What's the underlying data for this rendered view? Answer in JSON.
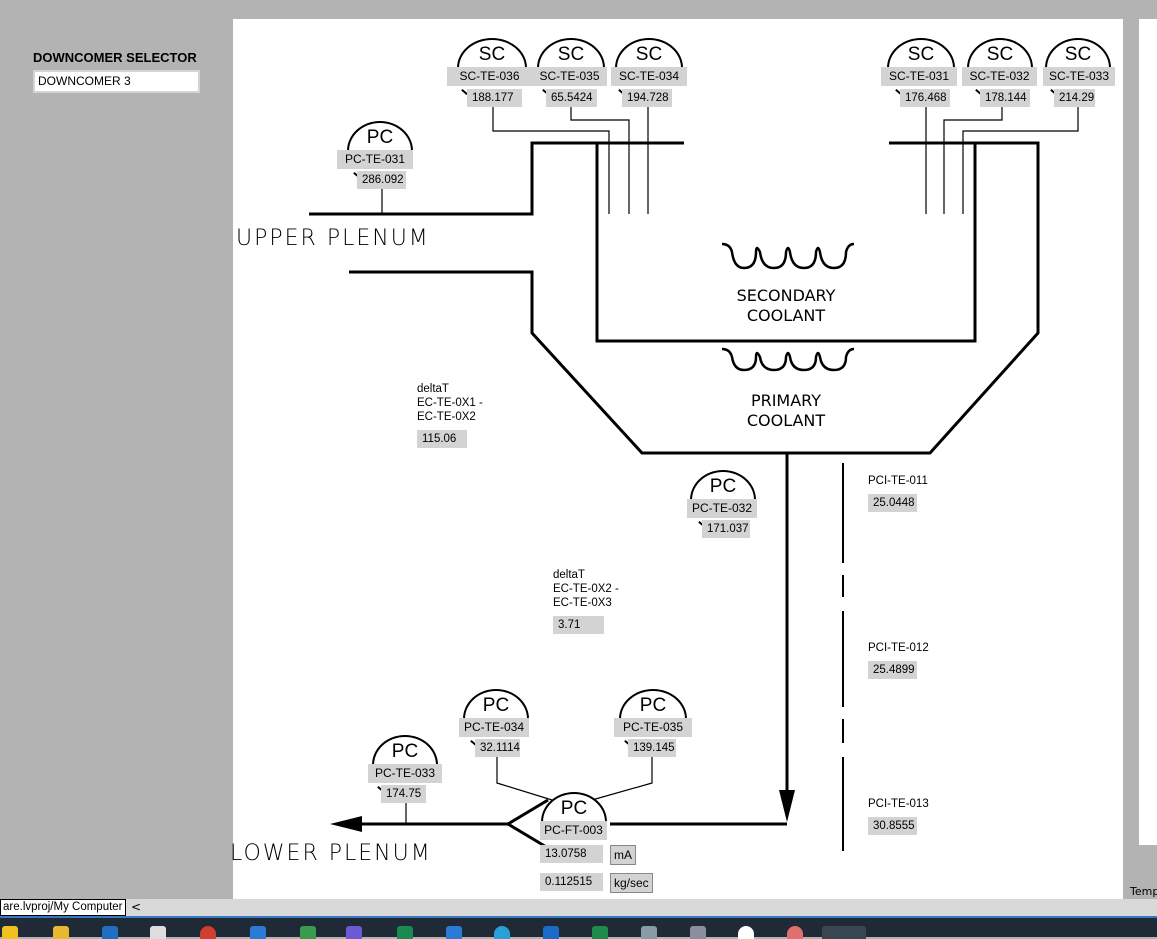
{
  "selector": {
    "label": "DOWNCOMER SELECTOR",
    "value": "DOWNCOMER 3"
  },
  "sensors": {
    "sc_te_036": {
      "group": "SC",
      "tag": "SC-TE-036",
      "value": "188.177"
    },
    "sc_te_035": {
      "group": "SC",
      "tag": "SC-TE-035",
      "value": "65.5424"
    },
    "sc_te_034": {
      "group": "SC",
      "tag": "SC-TE-034",
      "value": "194.728"
    },
    "sc_te_031": {
      "group": "SC",
      "tag": "SC-TE-031",
      "value": "176.468"
    },
    "sc_te_032": {
      "group": "SC",
      "tag": "SC-TE-032",
      "value": "178.144"
    },
    "sc_te_033": {
      "group": "SC",
      "tag": "SC-TE-033",
      "value": "214.29"
    },
    "pc_te_031": {
      "group": "PC",
      "tag": "PC-TE-031",
      "value": "286.092"
    },
    "pc_te_032": {
      "group": "PC",
      "tag": "PC-TE-032",
      "value": "171.037"
    },
    "pc_te_034": {
      "group": "PC",
      "tag": "PC-TE-034",
      "value": "32.1114"
    },
    "pc_te_035": {
      "group": "PC",
      "tag": "PC-TE-035",
      "value": "139.145"
    },
    "pc_te_033": {
      "group": "PC",
      "tag": "PC-TE-033",
      "value": "174.75"
    },
    "pc_ft_003": {
      "group": "PC",
      "tag": "PC-FT-003",
      "value_ma": "13.0758",
      "unit_ma": "mA",
      "value_flow": "0.112515",
      "unit_flow": "kg/sec"
    }
  },
  "delta1": {
    "line1": "deltaT",
    "line2": "EC-TE-0X1 -",
    "line3": "EC-TE-0X2",
    "value": "115.06"
  },
  "delta2": {
    "line1": "deltaT",
    "line2": "EC-TE-0X2 -",
    "line3": "EC-TE-0X3",
    "value": "3.71"
  },
  "pci": [
    {
      "tag": "PCI-TE-011",
      "value": "25.0448"
    },
    {
      "tag": "PCI-TE-012",
      "value": "25.4899"
    },
    {
      "tag": "PCI-TE-013",
      "value": "30.8555"
    }
  ],
  "labels": {
    "upper_plenum": "UPPER  PLENUM",
    "lower_plenum": "LOWER  PLENUM",
    "secondary1": "SECONDARY",
    "secondary2": "COOLANT",
    "primary1": "PRIMARY",
    "primary2": "COOLANT",
    "right_partial": "Temp"
  },
  "statusbar": {
    "path": "are.lvproj/My Computer",
    "arrow": "<"
  },
  "colors": {
    "background": "#b3b3b3",
    "panel": "#ffffff",
    "indicator": "#d3d3d3",
    "taskbar": "#202a36"
  }
}
